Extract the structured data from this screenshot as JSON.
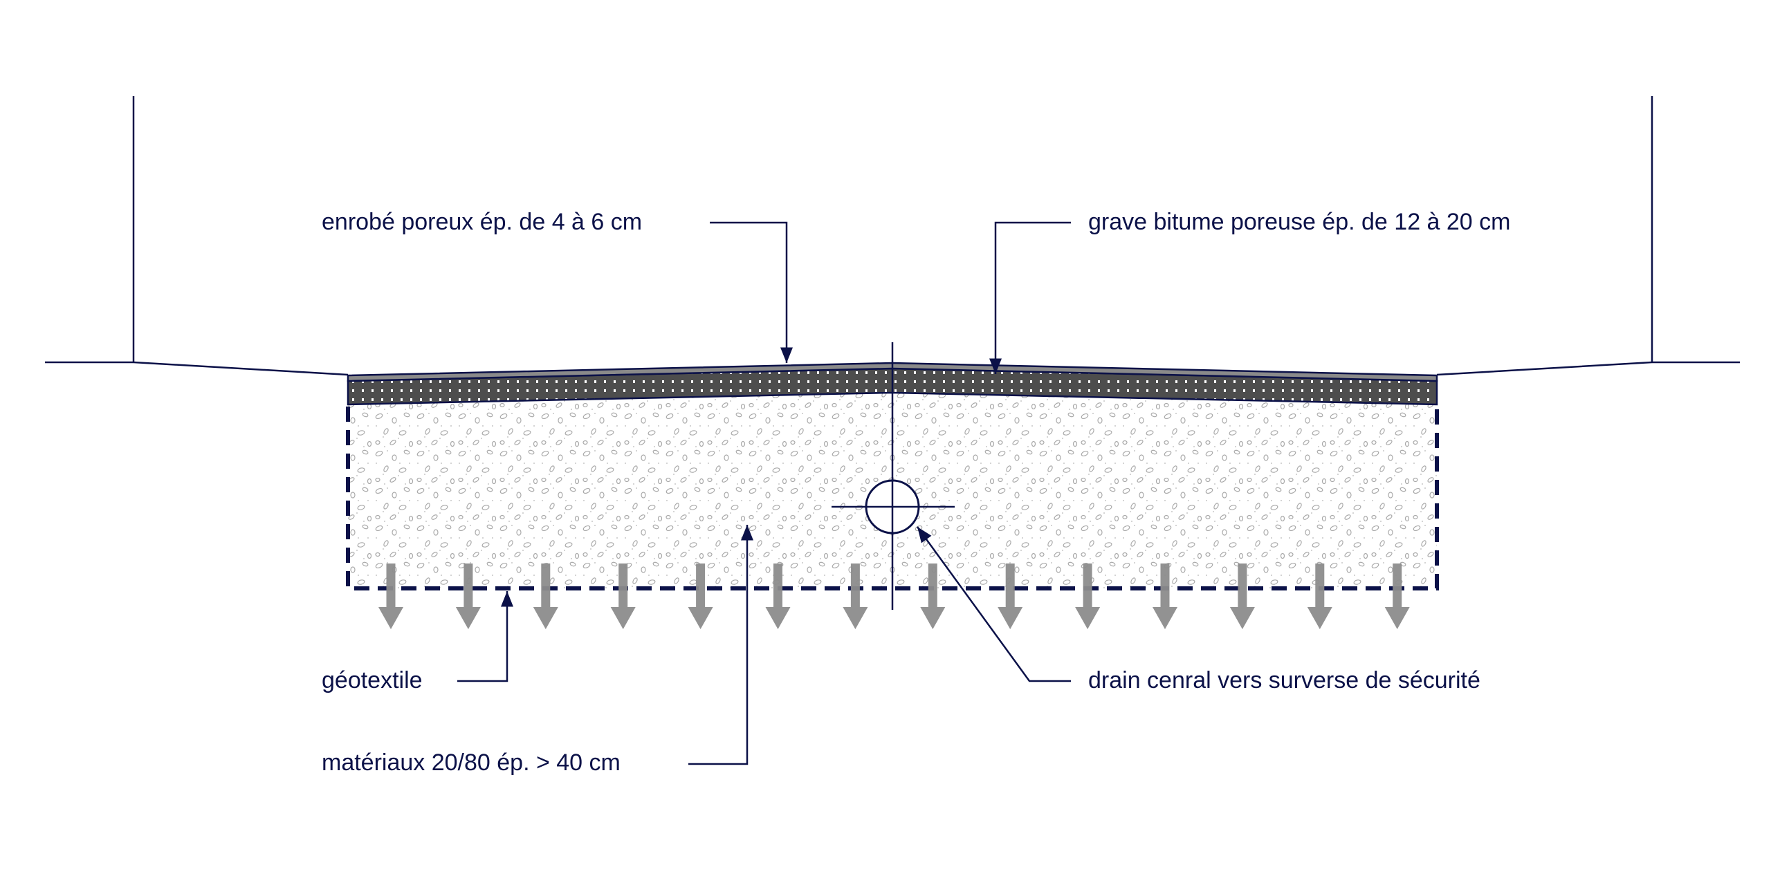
{
  "labels": {
    "wearing_course": "enrobé poreux ép. de 4 à 6 cm",
    "base_course": "grave bitume poreuse ép. de 12 à 20 cm",
    "geotextile": "géotextile",
    "aggregate": "matériaux 20/80 ép. > 40 cm",
    "drain": "drain cenral vers surverse de sécurité"
  },
  "colors": {
    "line": "#0b1148",
    "arrow": "#8c8c8c",
    "base_layer": "#4d4d4d",
    "wearing_layer": "#8a8a8a"
  },
  "infiltration_arrows": 14
}
